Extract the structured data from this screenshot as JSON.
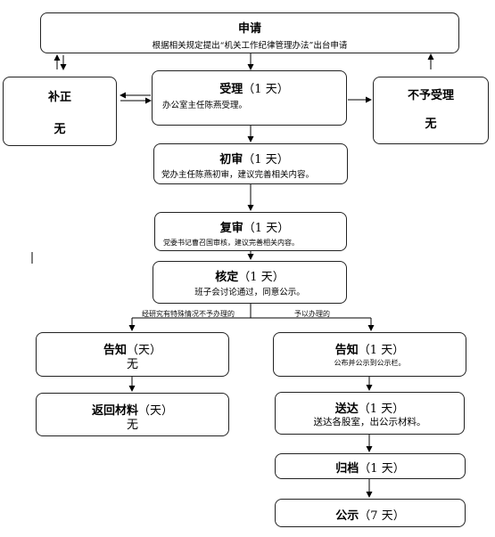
{
  "apply": {
    "title": "申请",
    "desc": "根据相关规定提出“机关工作纪律管理办法”出台申请"
  },
  "correct": {
    "title": "补正",
    "value": "无"
  },
  "accept": {
    "title": "受理",
    "days": "（1 天）",
    "desc": "办公室主任陈燕受理。"
  },
  "reject": {
    "title": "不予受理",
    "value": "无"
  },
  "first_review": {
    "title": "初审",
    "days": "（1 天）",
    "desc": "党办主任陈燕初审，建议完善相关内容。"
  },
  "second_review": {
    "title": "复审",
    "days": "（1 天）",
    "desc": "党委书记曹召国审核，建议完善相关内容。"
  },
  "approve": {
    "title": "核定",
    "days": "（1 天）",
    "desc": "班子会讨论通过，同意公示。"
  },
  "branch": {
    "left_label": "经研究有特殊情况不予办理的",
    "right_label": "予以办理的"
  },
  "notify_left": {
    "title": "告知",
    "days": "（天）",
    "value": "无"
  },
  "return_material": {
    "title": "返回材料",
    "days": "（天）",
    "value": "无"
  },
  "notify_right": {
    "title": "告知",
    "days": "（1 天）",
    "desc": "公布并公示到公示栏。"
  },
  "deliver": {
    "title": "送达",
    "days": "（1 天）",
    "desc": "送达各股室，出公示材料。"
  },
  "archive": {
    "title": "归档",
    "days": "（1 天）"
  },
  "publish": {
    "title": "公示",
    "days": "（7 天）"
  }
}
